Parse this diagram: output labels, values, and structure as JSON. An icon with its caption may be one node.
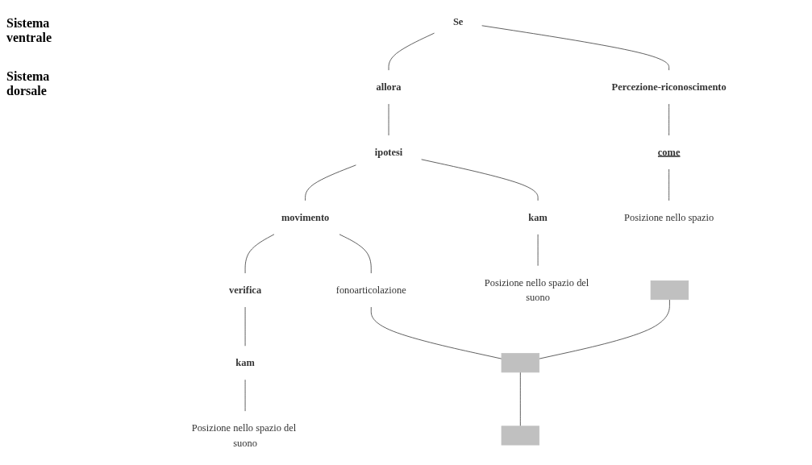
{
  "diagram": {
    "nodes": [
      {
        "text": [
          "Se"
        ]
      },
      {
        "text": [
          "allora"
        ]
      },
      {
        "text": [
          "Percezione-riconoscimento"
        ]
      },
      {
        "text": [
          "ipotesi"
        ]
      },
      {
        "text": [
          "movimento"
        ]
      },
      {
        "text": [
          "verifica"
        ]
      },
      {
        "text": [
          "come"
        ]
      },
      {
        "text": [
          "kam"
        ]
      },
      {
        "text": [
          "kam"
        ]
      },
      {
        "text": [
          "Posizione nello spazio"
        ]
      },
      {
        "text": [
          "Posizione nello spazio del suono"
        ]
      },
      {
        "text": [
          "fonoarticolazione"
        ]
      },
      {
        "text": [
          "Posizione nello spazio del suono"
        ]
      },
      {
        "text": [],
        "shape": "bar"
      },
      {
        "text": [],
        "shape": "bar"
      },
      {
        "text": [],
        "shape": "bar"
      }
    ],
    "edges": [
      {
        "from": 0,
        "to": 1,
        "arrow": "none"
      },
      {
        "from": 0,
        "to": 2,
        "arrow": "none"
      },
      {
        "from": 1,
        "to": 3,
        "arrow": "none"
      },
      {
        "from": 3,
        "to": 4,
        "arrow": "none"
      },
      {
        "from": 4,
        "to": 5,
        "arrow": "none"
      },
      {
        "from": 2,
        "to": 6,
        "arrow": "none"
      },
      {
        "from": 3,
        "to": 7,
        "arrow": "none"
      },
      {
        "from": 5,
        "to": 8,
        "arrow": "none"
      },
      {
        "from": 6,
        "to": 9,
        "arrow": "none"
      },
      {
        "from": 7,
        "to": 10,
        "arrow": "none"
      },
      {
        "from": 4,
        "to": 11,
        "arrow": "none"
      },
      {
        "from": 8,
        "to": 12,
        "arrow": "none"
      },
      {
        "from": 11,
        "to": 14,
        "arrow": "none"
      },
      {
        "from": 13,
        "to": 14,
        "arrow": "none"
      },
      {
        "from": 14,
        "to": 15,
        "arrow": "none"
      }
    ],
    "labels": [
      "Sistema ventrale",
      "Sistema dorsale"
    ]
  }
}
